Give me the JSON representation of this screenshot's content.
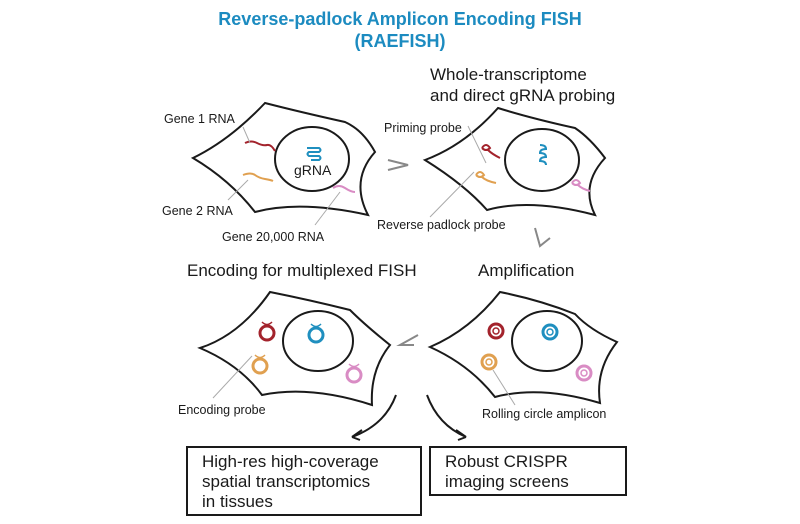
{
  "title": {
    "line1": "Reverse-padlock Amplicon Encoding FISH",
    "line2": "(RAEFISH)"
  },
  "steps": {
    "probing": {
      "line1": "Whole-transcriptome",
      "line2": "and direct gRNA probing"
    },
    "amplification": "Amplification",
    "encoding": "Encoding for multiplexed FISH"
  },
  "labels": {
    "gene1": "Gene 1 RNA",
    "gene2": "Gene 2 RNA",
    "gene20000": "Gene 20,000 RNA",
    "grna": "gRNA",
    "priming_probe": "Priming probe",
    "reverse_padlock_probe": "Reverse padlock probe",
    "rolling_circle_amplicon": "Rolling circle amplicon",
    "encoding_probe": "Encoding probe"
  },
  "outcomes": [
    {
      "lines": [
        "High-res high-coverage",
        "spatial transcriptomics",
        "in tissues"
      ]
    },
    {
      "lines": [
        "Robust CRISPR",
        "imaging screens"
      ]
    }
  ],
  "colors": {
    "title": "#1c8bc0",
    "gene1": "#a3232c",
    "gene2": "#e0a050",
    "gene20000": "#d98cc4",
    "grna": "#1f8fbf",
    "arrow": "#888888",
    "outline": "#1a1a1a"
  }
}
